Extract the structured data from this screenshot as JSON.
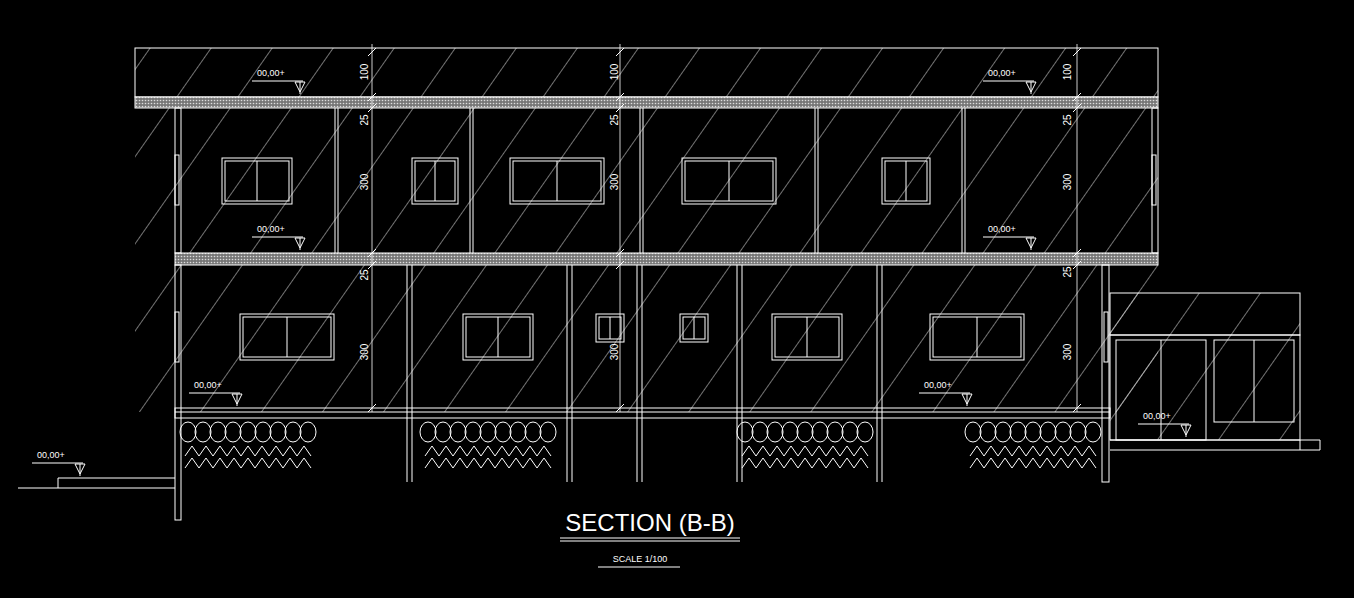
{
  "diagram": {
    "title": "SECTION (B-B)",
    "caption": "SCALE 1/100",
    "labels": [
      "00,00+",
      "100",
      "100",
      "00,00+",
      "100",
      "25",
      "25",
      "25",
      "300",
      "300",
      "300",
      "00,00+",
      "00,00+",
      "25",
      "25",
      "300",
      "300",
      "300",
      "00,00+",
      "00,00+",
      "00,00+",
      "00,00+"
    ]
  }
}
